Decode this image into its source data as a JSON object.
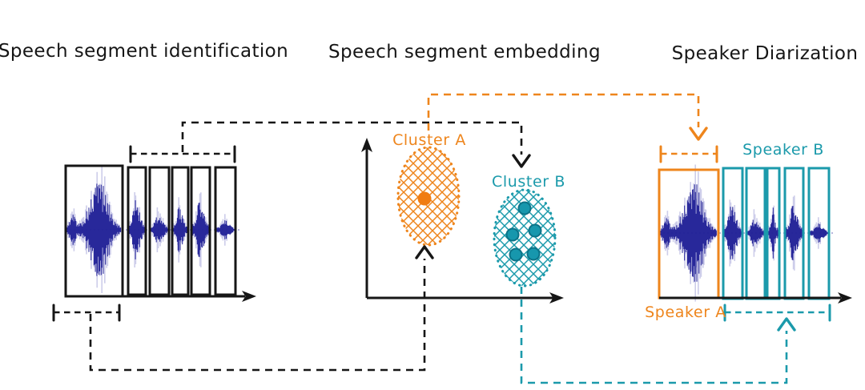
{
  "titles": {
    "segmentation": "Speech segment identification",
    "embedding": "Speech segment embedding",
    "diarization": "Speaker Diarization"
  },
  "embedding_plot": {
    "cluster_a": {
      "label": "Cluster A",
      "points": [
        [
          530,
          248
        ]
      ]
    },
    "cluster_b": {
      "label": "Cluster B",
      "points": [
        [
          655,
          260
        ],
        [
          640,
          293
        ],
        [
          668,
          288
        ],
        [
          644,
          318
        ],
        [
          666,
          317
        ]
      ]
    }
  },
  "diarization_panel": {
    "speaker_a_label": "Speaker A",
    "speaker_b_label": "Speaker B",
    "long_segment_count": 1,
    "short_segment_count": 5
  },
  "colors": {
    "ink": "#161616",
    "orange": "#ee851c",
    "teal": "#1b9aab",
    "navy": "#1f1f96",
    "navy_halo": "#9b9bd6",
    "orange_dot": "#f07c12",
    "teal_dot": "#1797ad",
    "teal_dot_edge": "#0c7388"
  }
}
